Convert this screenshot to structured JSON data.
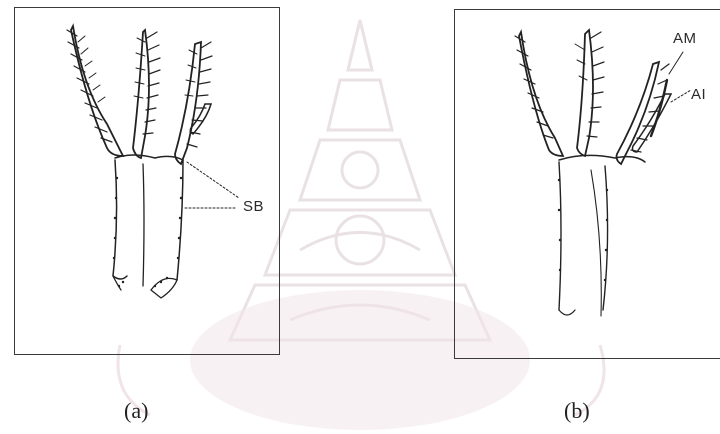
{
  "figure": {
    "panel_a": {
      "caption": "(a)",
      "labels": {
        "sb": "SB"
      }
    },
    "panel_b": {
      "caption": "(b)",
      "labels": {
        "am": "AM",
        "ai": "AI"
      }
    }
  },
  "colors": {
    "ink": "#2a2a2a",
    "watermark": "#e9dde0",
    "watermark_pink": "#f1e2e6"
  }
}
